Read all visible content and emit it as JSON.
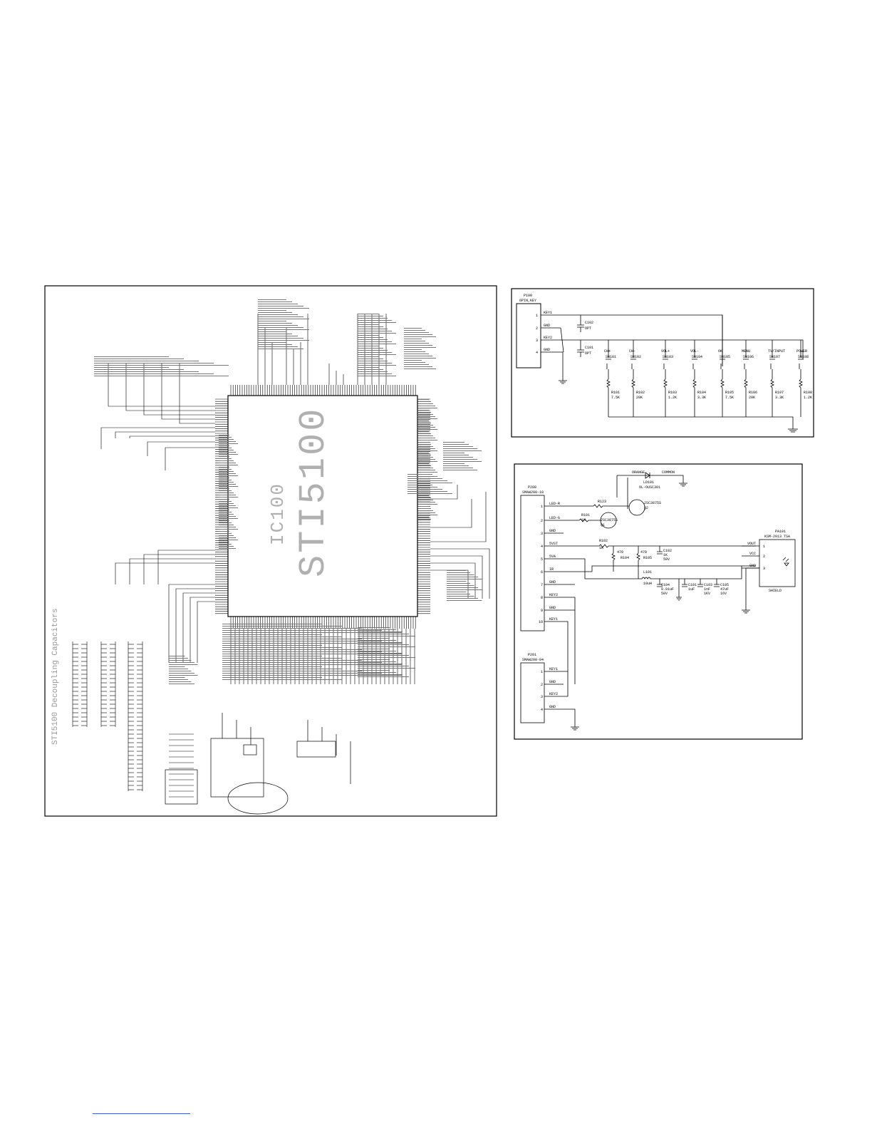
{
  "main": {
    "ic_ref": "IC100",
    "ic_part": "STI5100",
    "decoupling_title": "STI5100 Decoupling Capacitors"
  },
  "keys": {
    "connector_ref": "P100",
    "connector_type": "6PIN,KEY",
    "pins": [
      {
        "num": "1",
        "name": "KEY1"
      },
      {
        "num": "2",
        "name": "GND"
      },
      {
        "num": "3",
        "name": "KEY2"
      },
      {
        "num": "4",
        "name": "GND"
      }
    ],
    "caps": [
      {
        "ref": "C102",
        "val": "OPT"
      },
      {
        "ref": "C101",
        "val": "OPT"
      }
    ],
    "switches": [
      {
        "label": "CH+",
        "ref": "SW101",
        "r_ref": "R101",
        "r_val": "7.5K"
      },
      {
        "label": "CH-",
        "ref": "SW102",
        "r_ref": "R102",
        "r_val": "20K"
      },
      {
        "label": "VOL+",
        "ref": "SW103",
        "r_ref": "R103",
        "r_val": "1.2K"
      },
      {
        "label": "VOL-",
        "ref": "SW104",
        "r_ref": "R104",
        "r_val": "3.3K"
      },
      {
        "label": "OK",
        "ref": "SW105",
        "r_ref": "R105",
        "r_val": "7.5K"
      },
      {
        "label": "MENU",
        "ref": "SW106",
        "r_ref": "R106",
        "r_val": "20K"
      },
      {
        "label": "TV/INPUT",
        "ref": "SW107",
        "r_ref": "R107",
        "r_val": "3.3K"
      },
      {
        "label": "POWER",
        "ref": "SW108",
        "r_ref": "R108",
        "r_val": "1.2K"
      }
    ]
  },
  "ir": {
    "p200_ref": "P200",
    "p200_type": "SMAW200-10",
    "p200_pins": [
      {
        "num": "1",
        "name": "LED-R"
      },
      {
        "num": "2",
        "name": "LED-G"
      },
      {
        "num": "3",
        "name": "GND"
      },
      {
        "num": "4",
        "name": "5VST"
      },
      {
        "num": "5",
        "name": "5VA"
      },
      {
        "num": "6",
        "name": "IR"
      },
      {
        "num": "7",
        "name": "GND"
      },
      {
        "num": "8",
        "name": "KEY2"
      },
      {
        "num": "9",
        "name": "GND"
      },
      {
        "num": "10",
        "name": "KEY1"
      }
    ],
    "p201_ref": "P201",
    "p201_type": "SMAW200-04",
    "p201_pins": [
      {
        "num": "1",
        "name": "KEY1"
      },
      {
        "num": "2",
        "name": "GND"
      },
      {
        "num": "3",
        "name": "KEY2"
      },
      {
        "num": "4",
        "name": "GND"
      }
    ],
    "led_labels": [
      "ORANGE",
      "COMMON"
    ],
    "led_ref": "LD101",
    "led_part": "OL-OUSC301",
    "q2_ref": "2SC3875S",
    "q2_des": "Q2",
    "q1_ref": "2SC3875S",
    "q1_des": "Q1",
    "resistors": [
      {
        "ref": "R123",
        "val": ""
      },
      {
        "ref": "R101",
        "val": "1K"
      },
      {
        "ref": "R102",
        "val": "1K"
      },
      {
        "ref": "R104",
        "val": "470"
      },
      {
        "ref": "R105",
        "val": "470"
      }
    ],
    "inductor": {
      "ref": "L101",
      "val": "10uH"
    },
    "caps": [
      {
        "ref": "C102",
        "val": "1K",
        "volt": "50V"
      },
      {
        "ref": "C104",
        "val": "0.01uF",
        "volt": "50V"
      },
      {
        "ref": "C101",
        "val": "1uF",
        "volt": ""
      },
      {
        "ref": "C103",
        "val": "1nF",
        "volt": "1KV"
      },
      {
        "ref": "C105",
        "val": "47uF",
        "volt": "16V"
      }
    ],
    "receiver_ref": "PA101",
    "receiver_part": "KSM-2013 TSA",
    "receiver_pins": [
      {
        "num": "1",
        "name": "VOUT"
      },
      {
        "num": "2",
        "name": "VCC"
      },
      {
        "num": "3",
        "name": "GND"
      }
    ],
    "shield": "SHIELD"
  }
}
